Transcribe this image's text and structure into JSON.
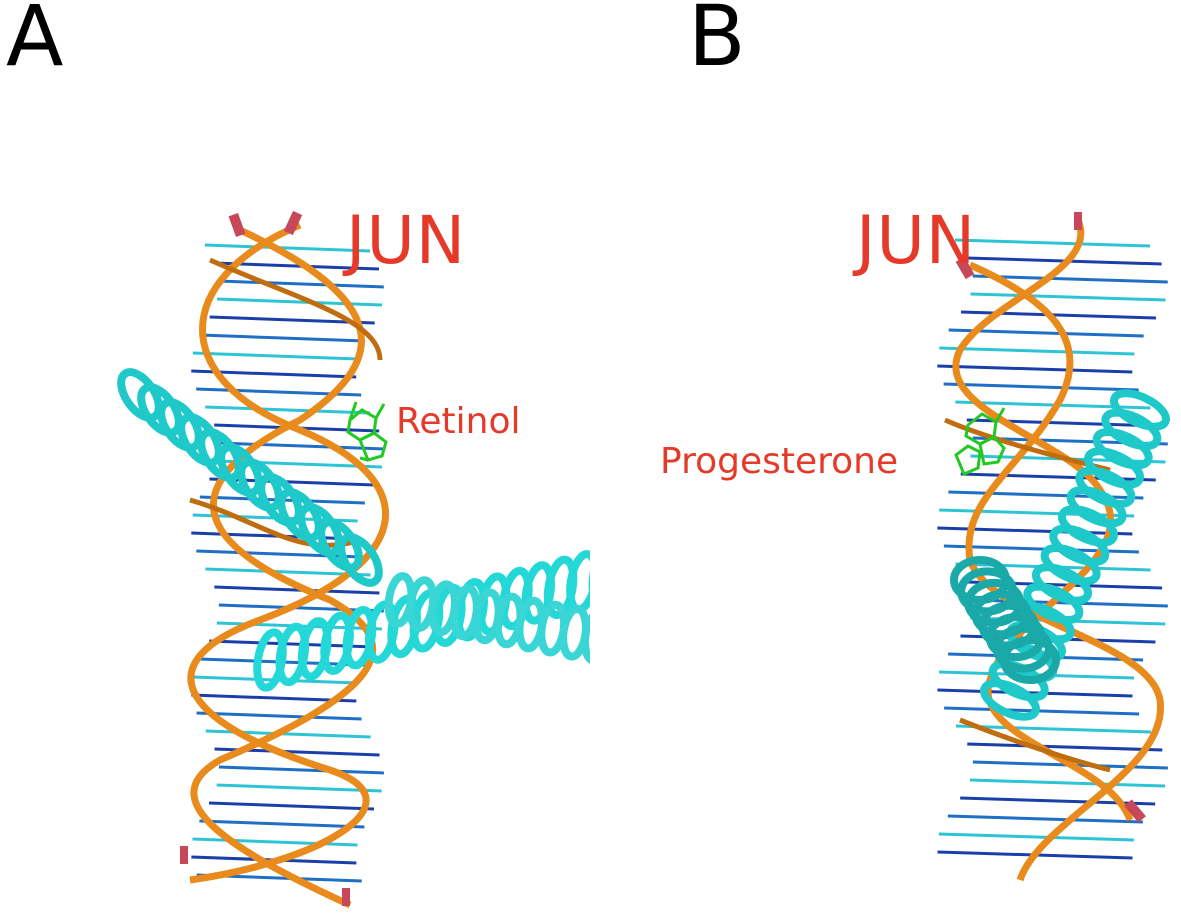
{
  "panels": [
    {
      "letter": "A",
      "gene": "JUN",
      "ligand": "Retinol",
      "colors": {
        "dna_backbone": "#e88a1c",
        "helix": "#1fd6d6",
        "ligand": "#22c922",
        "bases": "#1a3fa8"
      }
    },
    {
      "letter": "B",
      "gene": "JUN",
      "ligand": "Progesterone",
      "colors": {
        "dna_backbone": "#e88a1c",
        "helix": "#1fd6d6",
        "ligand": "#22c922",
        "bases": "#1a3fa8"
      }
    }
  ]
}
